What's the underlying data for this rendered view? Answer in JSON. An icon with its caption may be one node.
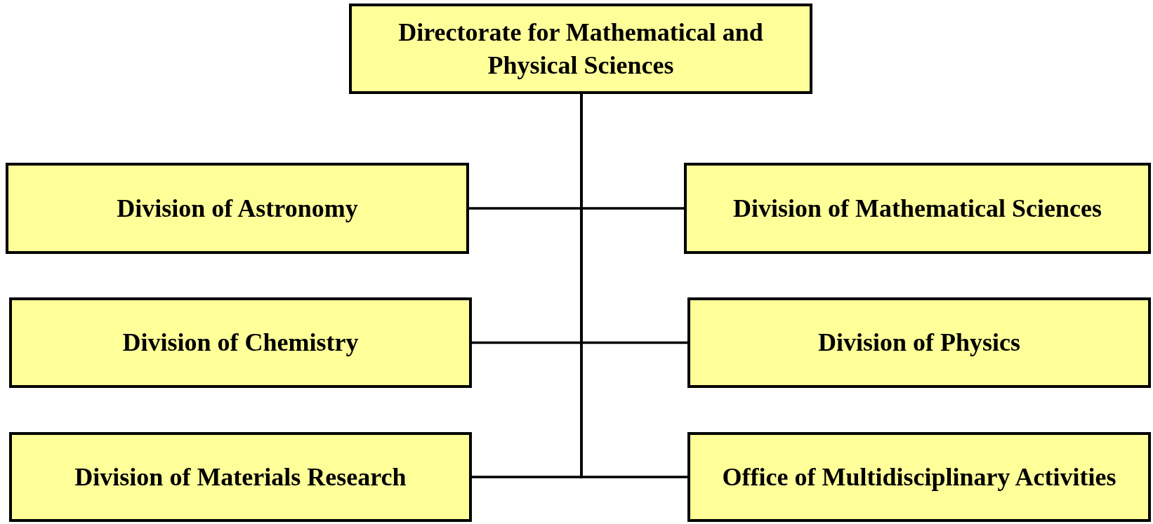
{
  "diagram": {
    "nodes": [
      {
        "text": [
          "Directorate for Mathematical and Physical Sciences"
        ]
      },
      {
        "text": [
          "Division of Astronomy"
        ]
      },
      {
        "text": [
          "Division of Mathematical Sciences"
        ]
      },
      {
        "text": [
          "Division of Chemistry"
        ]
      },
      {
        "text": [
          "Division of Physics"
        ]
      },
      {
        "text": [
          "Division of Materials Research"
        ]
      },
      {
        "text": [
          "Office of Multidisciplinary Activities"
        ]
      }
    ],
    "edges": [
      {
        "from": 0,
        "to": 1,
        "arrow": "none"
      },
      {
        "from": 0,
        "to": 2,
        "arrow": "none"
      },
      {
        "from": 0,
        "to": 3,
        "arrow": "none"
      },
      {
        "from": 0,
        "to": 4,
        "arrow": "none"
      },
      {
        "from": 0,
        "to": 5,
        "arrow": "none"
      },
      {
        "from": 0,
        "to": 6,
        "arrow": "none"
      }
    ]
  }
}
